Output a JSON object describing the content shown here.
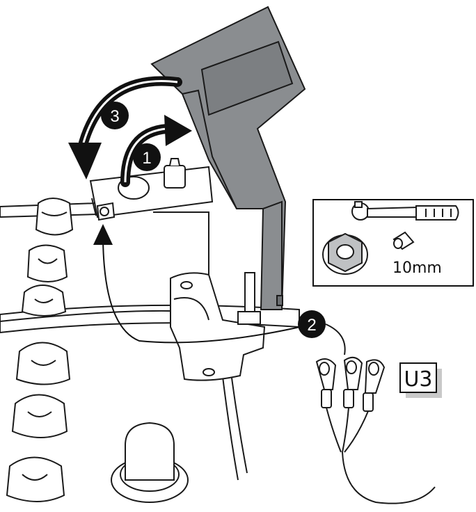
{
  "steps": {
    "step1": "1",
    "step2": "2",
    "step3": "3"
  },
  "tool_panel": {
    "size_label": "10mm"
  },
  "part_label": "U3",
  "colors": {
    "cover_fill": "#8a8d90",
    "cover_dark": "#6b6e71",
    "outline": "#1a1a1a",
    "badge": "#111111",
    "label_shadow": "#c9c9c9"
  }
}
